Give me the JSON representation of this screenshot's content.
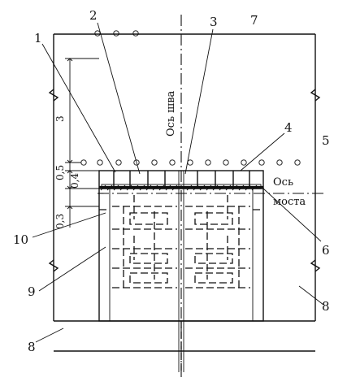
{
  "labels": {
    "n1": "1",
    "n2": "2",
    "n3": "3",
    "n4": "4",
    "n5": "5",
    "n6": "6",
    "n7": "7",
    "n8a": "8",
    "n8b": "8",
    "n9": "9",
    "n10": "10"
  },
  "dimensions": {
    "d3": "3",
    "d05": "0,5",
    "d04": "0,4",
    "d03": "0,3"
  },
  "axes": {
    "seam": "Ось шва",
    "bridge_line1": "Ось",
    "bridge_line2": "моста"
  }
}
